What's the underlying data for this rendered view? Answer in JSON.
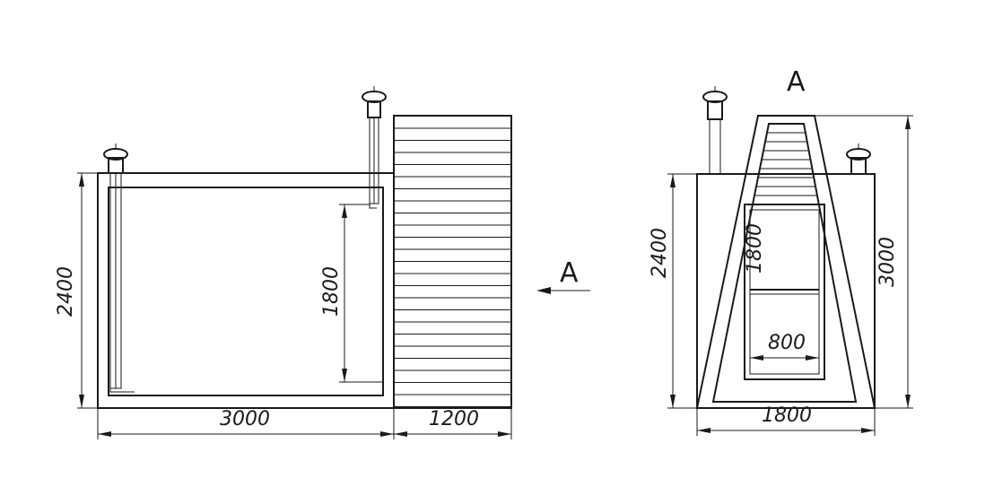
{
  "view_label_right": "A",
  "view_label_arrow": "A",
  "plan_view": {
    "height_dim": "2400",
    "door_height_dim": "1800",
    "length_dim": "3000",
    "extension_dim": "1200"
  },
  "side_view": {
    "height_dim": "2400",
    "door_height_dim": "1800",
    "door_width_dim": "800",
    "total_height_dim": "3000",
    "width_dim": "1800"
  }
}
